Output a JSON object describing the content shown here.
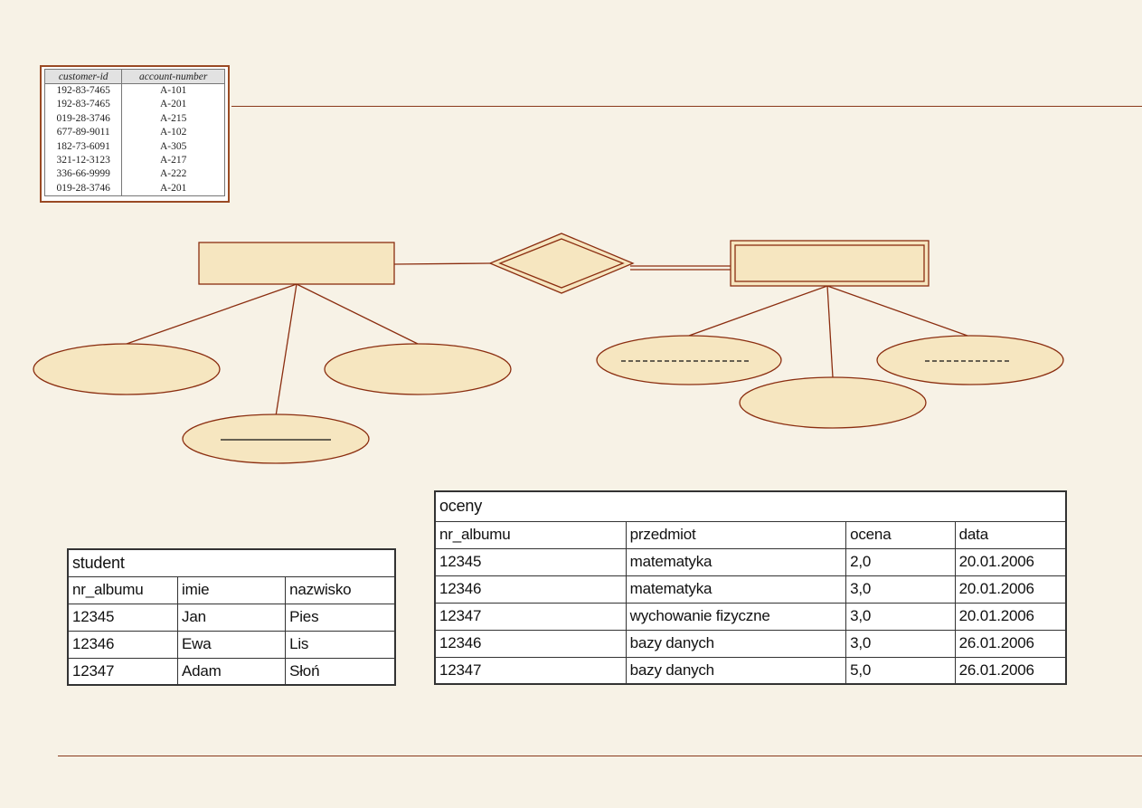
{
  "colors": {
    "background": "#f7f2e6",
    "accent": "#8a3a1c",
    "shape_fill": "#f6e6c0",
    "shape_stroke": "#8b2e10"
  },
  "account_table": {
    "headers": [
      "customer-id",
      "account-number"
    ],
    "rows": [
      [
        "192-83-7465",
        "A-101"
      ],
      [
        "192-83-7465",
        "A-201"
      ],
      [
        "019-28-3746",
        "A-215"
      ],
      [
        "677-89-9011",
        "A-102"
      ],
      [
        "182-73-6091",
        "A-305"
      ],
      [
        "321-12-3123",
        "A-217"
      ],
      [
        "336-66-9999",
        "A-222"
      ],
      [
        "019-28-3746",
        "A-201"
      ]
    ]
  },
  "er_diagram": {
    "entities": [
      "strong-entity",
      "weak-entity"
    ],
    "relationship": "identifying-relationship",
    "attributes_left": [
      "attribute",
      "attribute",
      "key-attribute"
    ],
    "attributes_right": [
      "partial-key-attribute",
      "derived-attribute",
      "partial-key-attribute"
    ]
  },
  "student_table": {
    "caption": "student",
    "headers": [
      "nr_albumu",
      "imie",
      "nazwisko"
    ],
    "rows": [
      [
        "12345",
        "Jan",
        "Pies"
      ],
      [
        "12346",
        "Ewa",
        "Lis"
      ],
      [
        "12347",
        "Adam",
        "Słoń"
      ]
    ]
  },
  "oceny_table": {
    "caption": "oceny",
    "headers": [
      "nr_albumu",
      "przedmiot",
      "ocena",
      "data"
    ],
    "rows": [
      [
        "12345",
        "matematyka",
        "2,0",
        "20.01.2006"
      ],
      [
        "12346",
        "matematyka",
        "3,0",
        "20.01.2006"
      ],
      [
        "12347",
        "wychowanie fizyczne",
        "3,0",
        "20.01.2006"
      ],
      [
        "12346",
        "bazy danych",
        "3,0",
        "26.01.2006"
      ],
      [
        "12347",
        "bazy danych",
        "5,0",
        "26.01.2006"
      ]
    ]
  }
}
